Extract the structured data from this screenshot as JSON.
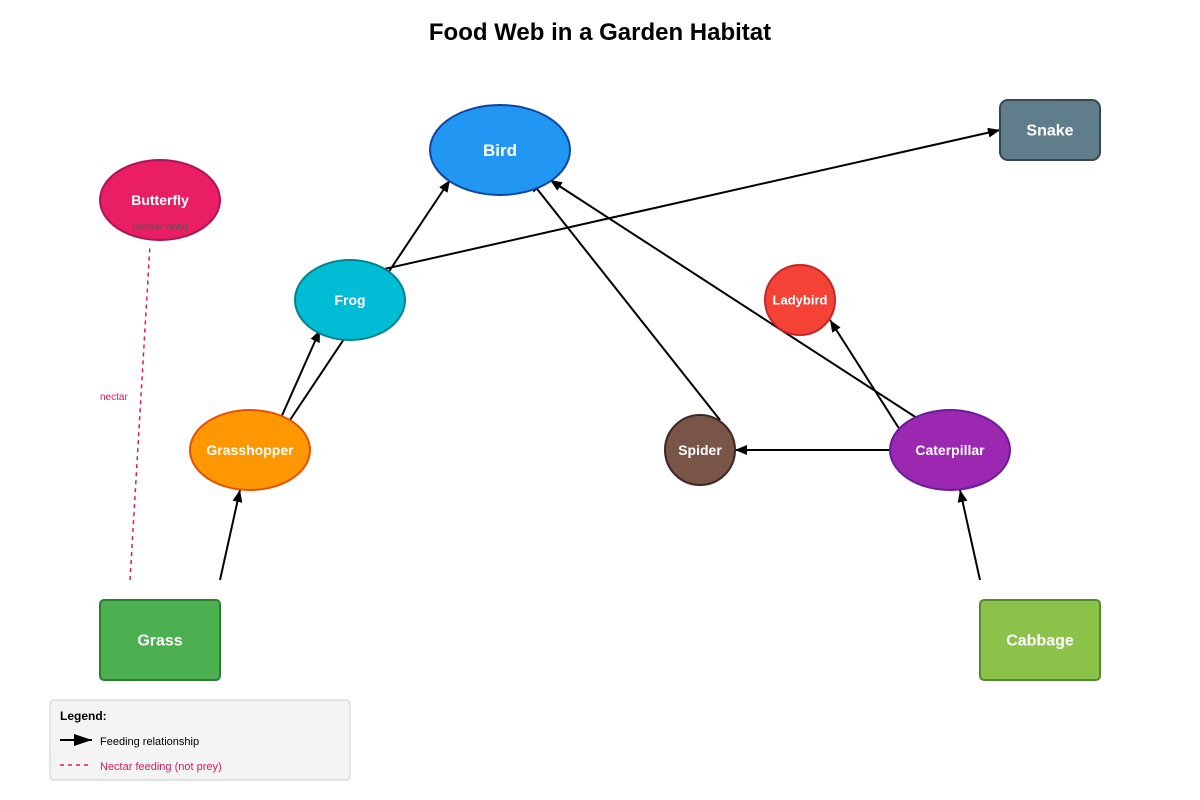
{
  "title": "Food Web in a Garden Habitat",
  "colors": {
    "arrow": "#000000",
    "nectar": "#D81B60",
    "legend_bg": "#F4F4F4",
    "legend_border": "#CCCCCC"
  },
  "nodes": [
    {
      "id": "grass",
      "label": "Grass",
      "shape": "rect",
      "fill": "#4CAF50",
      "stroke": "#2E7D32"
    },
    {
      "id": "cabbage",
      "label": "Cabbage",
      "shape": "rect",
      "fill": "#8BC34A",
      "stroke": "#558B2F"
    },
    {
      "id": "grasshopper",
      "label": "Grasshopper",
      "shape": "ellipse",
      "fill": "#FF9800",
      "stroke": "#E65100"
    },
    {
      "id": "caterpillar",
      "label": "Caterpillar",
      "shape": "ellipse",
      "fill": "#9C27B0",
      "stroke": "#6A1B9A"
    },
    {
      "id": "frog",
      "label": "Frog",
      "shape": "ellipse",
      "fill": "#00BCD4",
      "stroke": "#00838F"
    },
    {
      "id": "spider",
      "label": "Spider",
      "shape": "circle",
      "fill": "#795548",
      "stroke": "#3E2723"
    },
    {
      "id": "ladybird",
      "label": "Ladybird",
      "shape": "circle",
      "fill": "#F44336",
      "stroke": "#C62828"
    },
    {
      "id": "bird",
      "label": "Bird",
      "shape": "ellipse",
      "fill": "#2196F3",
      "stroke": "#0D47A1"
    },
    {
      "id": "snake",
      "label": "Snake",
      "shape": "rect",
      "fill": "#607D8B",
      "stroke": "#37474F"
    },
    {
      "id": "butterfly",
      "label": "Butterfly",
      "shape": "ellipse",
      "fill": "#E91E63",
      "stroke": "#AD1457",
      "note": "(nectar only)"
    }
  ],
  "edges": [
    {
      "from": "grass",
      "to": "grasshopper",
      "type": "feeding"
    },
    {
      "from": "cabbage",
      "to": "caterpillar",
      "type": "feeding"
    },
    {
      "from": "grasshopper",
      "to": "frog",
      "type": "feeding"
    },
    {
      "from": "grasshopper",
      "to": "bird",
      "type": "feeding"
    },
    {
      "from": "caterpillar",
      "to": "spider",
      "type": "feeding"
    },
    {
      "from": "caterpillar",
      "to": "ladybird",
      "type": "feeding"
    },
    {
      "from": "caterpillar",
      "to": "bird",
      "type": "feeding"
    },
    {
      "from": "spider",
      "to": "bird",
      "type": "feeding"
    },
    {
      "from": "frog",
      "to": "snake",
      "type": "feeding"
    },
    {
      "from": "grass",
      "to": "butterfly",
      "type": "nectar",
      "label": "nectar"
    }
  ],
  "legend": {
    "title": "Legend:",
    "feeding": "Feeding relationship",
    "nectar": "Nectar feeding (not prey)"
  }
}
